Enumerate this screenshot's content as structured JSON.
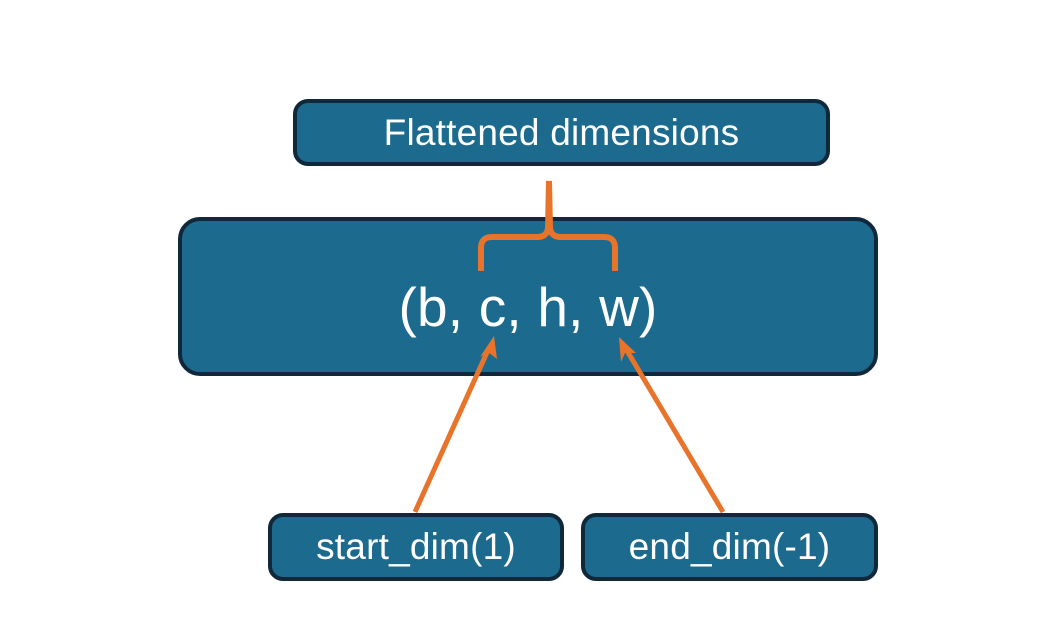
{
  "diagram": {
    "title_node": {
      "label": "Flattened dimensions",
      "name": "flattened-dimensions-node"
    },
    "tuple_node": {
      "label": "(b, c, h, w)",
      "name": "tensor-shape-tuple-node"
    },
    "start_node": {
      "label": "start_dim(1)",
      "name": "start-dim-node"
    },
    "end_node": {
      "label": "end_dim(-1)",
      "name": "end-dim-node"
    },
    "connectors": {
      "brace": "curly-brace-connector",
      "start_arrow": "start-dim-arrow",
      "end_arrow": "end-dim-arrow"
    },
    "colors": {
      "node_fill": "#1c6a8e",
      "node_border": "#11283a",
      "node_text": "#ffffff",
      "connector": "#e8742c",
      "background": "#ffffff"
    }
  }
}
